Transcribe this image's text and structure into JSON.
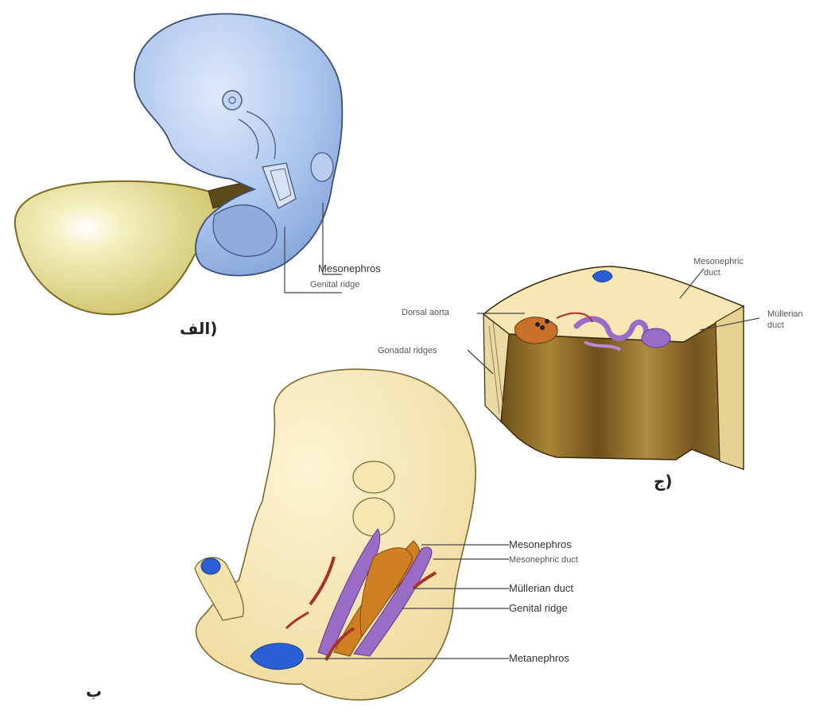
{
  "panels": {
    "a": {
      "letter": "الف)",
      "labels": {
        "mesonephros": "Mesonephros",
        "genital_ridge": "Genital ridge"
      }
    },
    "b": {
      "letter": "ب",
      "labels": {
        "mesonephros": "Mesonephros",
        "mesonephric_duct": "Mesonephric duct",
        "mullerian_duct": "Müllerian duct",
        "genital_ridge": "Genital ridge",
        "metanephros": "Metanephros"
      }
    },
    "c": {
      "letter": "ج)",
      "labels": {
        "mesonephric_duct_1": "Mesonephric",
        "mesonephric_duct_2": "duct",
        "dorsal_aorta": "Dorsal aorta",
        "mullerian_duct_1": "Müllerian",
        "mullerian_duct_2": "duct",
        "gonadal_ridges": "Gonadal ridges"
      }
    }
  },
  "colors": {
    "embryo_blue": "#a9c4ec",
    "yolk_sac": "#e8e19a",
    "embryo_cream": "#f7e8b8",
    "mesonephros_purple": "#9b6cc6",
    "gonad_orange": "#cf7f22",
    "vessel_red": "#a8322a",
    "metanephros_blue": "#2a5fd6",
    "block_brown": "#8a6a2a"
  }
}
